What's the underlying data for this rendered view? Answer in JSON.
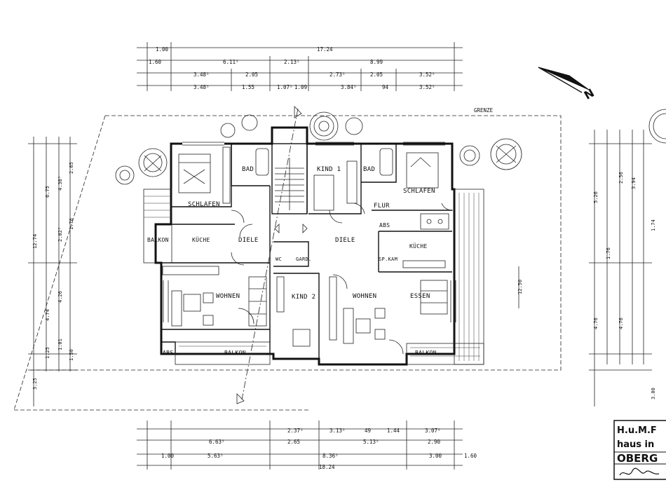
{
  "rooms": {
    "schlafen_left": "SCHLAFEN",
    "bad_left": "BAD",
    "kind1": "KIND 1",
    "bad_right": "BAD",
    "schlafen_right": "SCHLAFEN",
    "balkon_left": "BALKON",
    "kueche_left": "KÜCHE",
    "diele_left": "DIELE",
    "diele_right": "DIELE",
    "flur": "FLUR",
    "abs_top": "ABS",
    "kueche_right": "KÜCHE",
    "wc": "WC",
    "gard": "GARD.",
    "spkam": "SP.KAM",
    "wohnen_left": "WOHNEN",
    "kind2": "KIND 2",
    "wohnen_right": "WOHNEN",
    "essen": "ESSEN",
    "abs_bottom": "ABS",
    "balkon_bottom_left": "BALKON",
    "balkon_bottom_right": "BALKON",
    "grenze": "GRENZE"
  },
  "dimensions": {
    "top": {
      "r1": [
        "1.00",
        "17.24"
      ],
      "r2": [
        "1.60",
        "6.11⁵",
        "2.13⁵",
        "8.99"
      ],
      "r3": [
        "3.48⁵",
        "2.05",
        "2.73⁵",
        "2.05",
        "3.52⁵"
      ],
      "r4": [
        "3.48⁵",
        "1.55",
        "1.07⁵",
        "1.09",
        "3.84⁵",
        "94",
        "3.52⁵"
      ]
    },
    "bottom": {
      "r1": [
        "2.37⁵",
        "3.13⁵",
        "49",
        "1.44",
        "3.07⁵"
      ],
      "r2": [
        "6.63⁵",
        "2.65",
        "5.13⁵",
        "2.90"
      ],
      "r3": [
        "1.00",
        "5.63⁵",
        "8.36⁵",
        "3.00",
        "1.60"
      ],
      "r4": [
        "18.24"
      ]
    },
    "left": {
      "outer": [
        "12.74",
        "3.25"
      ],
      "mid": [
        "6.75",
        "4.74",
        "1.25"
      ],
      "inner": [
        "4.38⁵",
        "2.65",
        "2.02⁵",
        "1.76",
        "4.26",
        "1.01",
        "1.50"
      ]
    },
    "right": {
      "axis": "12.50",
      "side": [
        "3.94",
        "2.56",
        "5.26",
        "1.76",
        "4.76",
        "4.76",
        "3.00",
        "1.74"
      ]
    }
  },
  "title_block": {
    "line1": "H.u.M.F",
    "line2": "haus in",
    "line3": "OBERG"
  },
  "north_label": "N"
}
